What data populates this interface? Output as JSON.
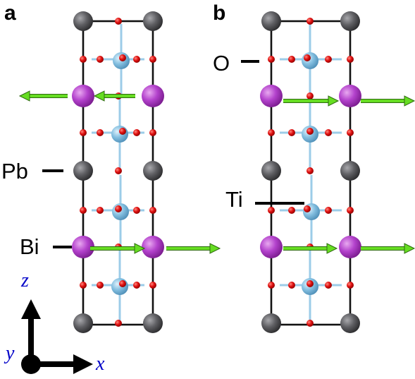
{
  "panels": {
    "a": {
      "label": "a"
    },
    "b": {
      "label": "b"
    }
  },
  "atom_labels": {
    "pb": "Pb",
    "bi": "Bi",
    "o": "O",
    "ti": "Ti"
  },
  "axes": {
    "z": "z",
    "y": "y",
    "x": "x"
  },
  "colors": {
    "pb": "#5a5a5e",
    "bi": "#b040c8",
    "ti": "#78b4d8",
    "o": "#d41010",
    "bond": "#9ccce8",
    "arrow": "#66dd22",
    "cell": "#111111",
    "axis_text": "#0000c8"
  }
}
